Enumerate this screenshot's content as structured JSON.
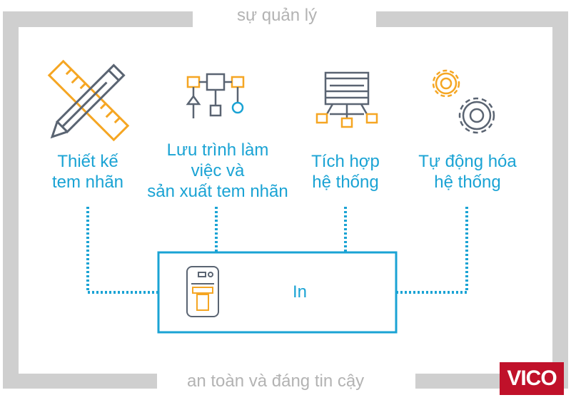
{
  "frame": {
    "top_label": "sự quản lý",
    "bottom_label": "an toàn và đáng tin cậy"
  },
  "nodes": [
    {
      "id": "design",
      "lines": [
        "Thiết kế",
        "tem nhãn"
      ],
      "icon": "pencil-ruler-icon"
    },
    {
      "id": "workflow",
      "lines": [
        "Lưu trình làm",
        "việc và",
        "sản xuất tem nhãn"
      ],
      "icon": "flowchart-icon"
    },
    {
      "id": "integration",
      "lines": [
        "Tích hợp",
        "hệ thống"
      ],
      "icon": "server-network-icon"
    },
    {
      "id": "automation",
      "lines": [
        "Tự động hóa",
        "hệ thống"
      ],
      "icon": "gears-icon"
    }
  ],
  "center": {
    "label": "In",
    "icon": "printer-icon"
  },
  "brand": {
    "logo_text": "VICO",
    "logo_color": "#c0112a"
  },
  "colors": {
    "accent": "#1aa3d4",
    "orange": "#f5a623",
    "icon_gray": "#5a6472",
    "frame": "#cfcfcf"
  }
}
